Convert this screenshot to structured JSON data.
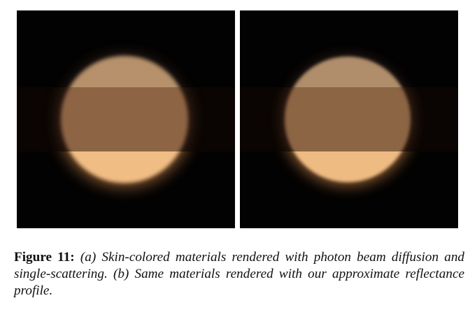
{
  "figure": {
    "label": "Figure 11:",
    "caption": "(a) Skin-colored materials rendered with photon beam diffusion and single-scattering.  (b) Same materials rendered with our approximate reflectance profile.",
    "panels": [
      {
        "id": "a",
        "background": "#030202",
        "bands": [
          {
            "name": "top",
            "fill": "#cfa57a"
          },
          {
            "name": "middle",
            "fill": "#a97b57"
          },
          {
            "name": "bottom",
            "fill": "#f0bd84"
          }
        ]
      },
      {
        "id": "b",
        "background": "#030202",
        "bands": [
          {
            "name": "top",
            "fill": "#c9a27a"
          },
          {
            "name": "middle",
            "fill": "#a77b55"
          },
          {
            "name": "bottom",
            "fill": "#eebb82"
          }
        ]
      }
    ]
  }
}
